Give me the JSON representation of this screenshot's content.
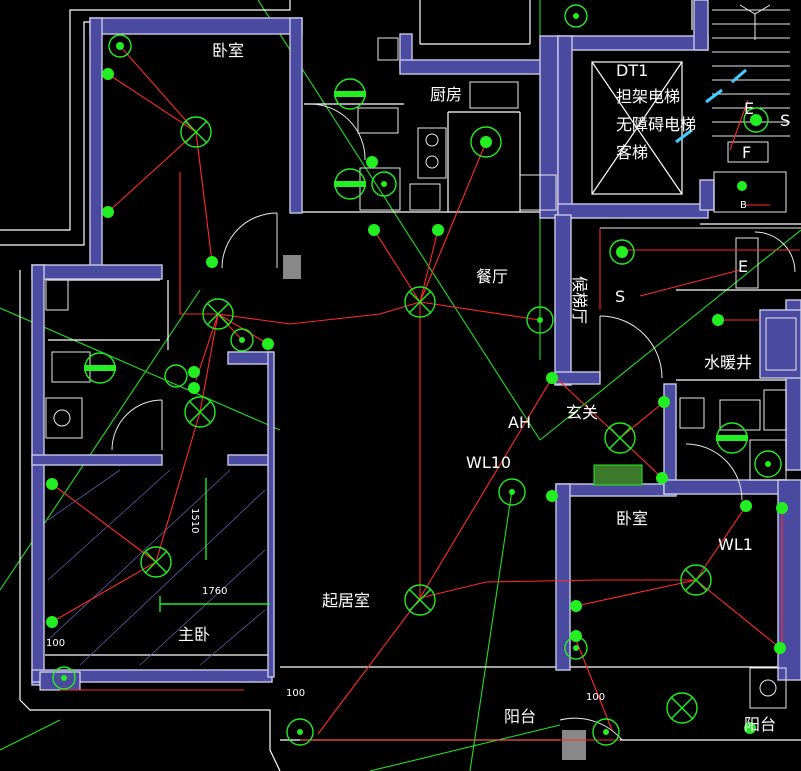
{
  "rooms": {
    "bedroom_top": "卧室",
    "kitchen": "厨房",
    "elevator_id": "DT1",
    "elevator_line1": "担架电梯",
    "elevator_line2": "无障碍电梯",
    "elevator_line3": "客梯",
    "dining": "餐厅",
    "lobby": "候梯厅",
    "water_shaft": "水暖井",
    "entry": "玄关",
    "bedroom_right": "卧室",
    "living": "起居室",
    "master_bedroom": "主卧",
    "balcony_main": "阳台",
    "balcony_right": "阳台"
  },
  "labels": {
    "ah": "AH",
    "wl10": "WL10",
    "wl1": "WL1",
    "s1": "S",
    "s2": "S",
    "e1": "E",
    "e2": "E",
    "f1": "F",
    "b1": "B"
  },
  "dimensions": {
    "d1510": "1510",
    "d1760": "1760",
    "d100a": "100",
    "d100b": "100",
    "d100c": "100"
  },
  "colors": {
    "background": "#000000",
    "wall_fill": "#4a4aa0",
    "wiring": "#ff2a2a",
    "lights": "#22ee22"
  }
}
